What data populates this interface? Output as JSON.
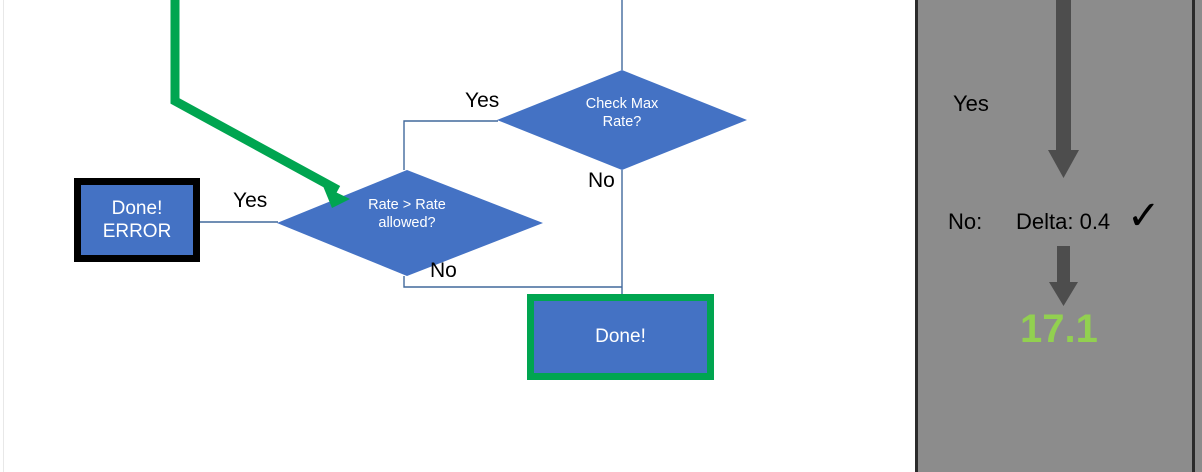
{
  "colors": {
    "node_fill": "#4472c4",
    "node_text": "#ffffff",
    "error_border": "#000000",
    "done_border": "#00a550",
    "green_arrow": "#00a550",
    "connector_line": "#41699c",
    "panel_background": "#8c8c8c",
    "panel_border": "#2b2b2b",
    "panel_arrow": "#4d4d4d",
    "result_value": "#92d050",
    "canvas_background": "#ffffff"
  },
  "flowchart": {
    "nodes": [
      {
        "id": "done-error",
        "shape": "rectangle",
        "line1": "Done!",
        "line2": "ERROR"
      },
      {
        "id": "rate-check",
        "shape": "diamond",
        "line1": "Rate > Rate",
        "line2": "allowed?"
      },
      {
        "id": "check-max-rate",
        "shape": "diamond",
        "line1": "Check Max",
        "line2": "Rate?"
      },
      {
        "id": "done",
        "shape": "rectangle",
        "line1": "Done!",
        "line2": ""
      }
    ],
    "edge_labels": {
      "yes_to_error": "Yes",
      "no_from_rate": "No",
      "yes_to_rate": "Yes",
      "no_from_max_rate": "No"
    }
  },
  "panel": {
    "yes_label": "Yes",
    "no_label": "No:",
    "delta_label": "Delta: 0.4",
    "check_mark": "✓",
    "result_value": "17.1"
  }
}
